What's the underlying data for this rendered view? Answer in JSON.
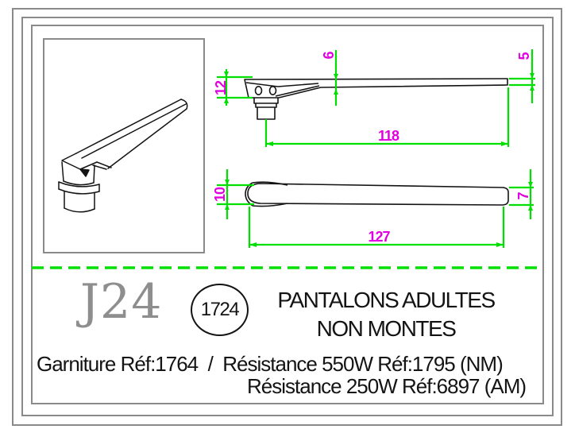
{
  "sheet": {
    "model_code": "J24",
    "circled_ref": "1724",
    "title_line1": "PANTALONS ADULTES",
    "title_line2": "NON MONTES",
    "note_line1": "Garniture Réf:1764  /  Résistance 550W Réf:1795 (NM)",
    "note_line2": "Résistance 250W Réf:6897 (AM)"
  },
  "dimensions": {
    "side_view": {
      "head_height": "12",
      "arm_section": "6",
      "tip_thickness": "5",
      "length": "118"
    },
    "plan_view": {
      "head_width": "10",
      "tip_width": "7",
      "length": "127"
    }
  },
  "colors": {
    "dimension_line_green": "#00e000",
    "dimension_text_magenta": "#e000e0",
    "frame_gray": "#8a8a8a",
    "drawing_black": "#141414",
    "model_code_gray": "#8e8e8e"
  }
}
